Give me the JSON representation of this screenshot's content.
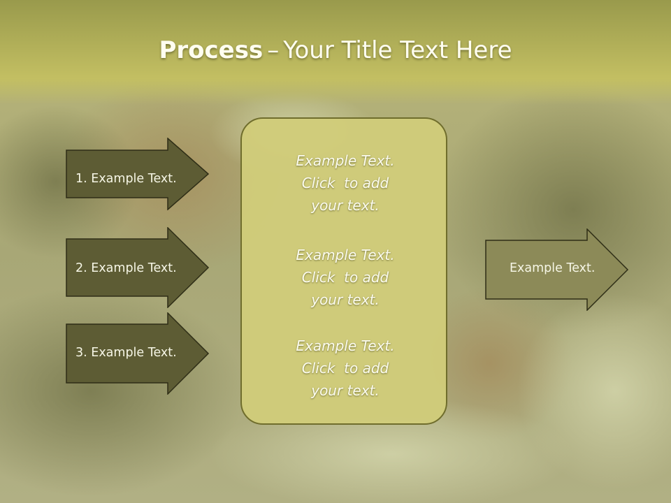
{
  "slide": {
    "title_bold": "Process",
    "title_dash": "–",
    "title_rest": "Your Title Text Here",
    "left_steps": [
      {
        "label": "1. Example Text."
      },
      {
        "label": "2. Example Text."
      },
      {
        "label": "3. Example Text."
      }
    ],
    "center_paragraphs": [
      {
        "line1": "Example Text.",
        "line2": "Click  to add",
        "line3": "your text."
      },
      {
        "line1": "Example Text.",
        "line2": "Click  to add",
        "line3": "your text."
      },
      {
        "line1": "Example Text.",
        "line2": "Click  to add",
        "line3": "your text."
      }
    ],
    "right_arrow": {
      "label": "Example Text."
    }
  },
  "colors": {
    "dark_arrow_fill": "#5d5c34",
    "right_arrow_fill": "#8c8a58",
    "arrow_stroke": "#2e2d16",
    "center_box_fill": "#d0cc7a",
    "title_band": "#b8b664",
    "text_light": "#f6f6e6"
  }
}
